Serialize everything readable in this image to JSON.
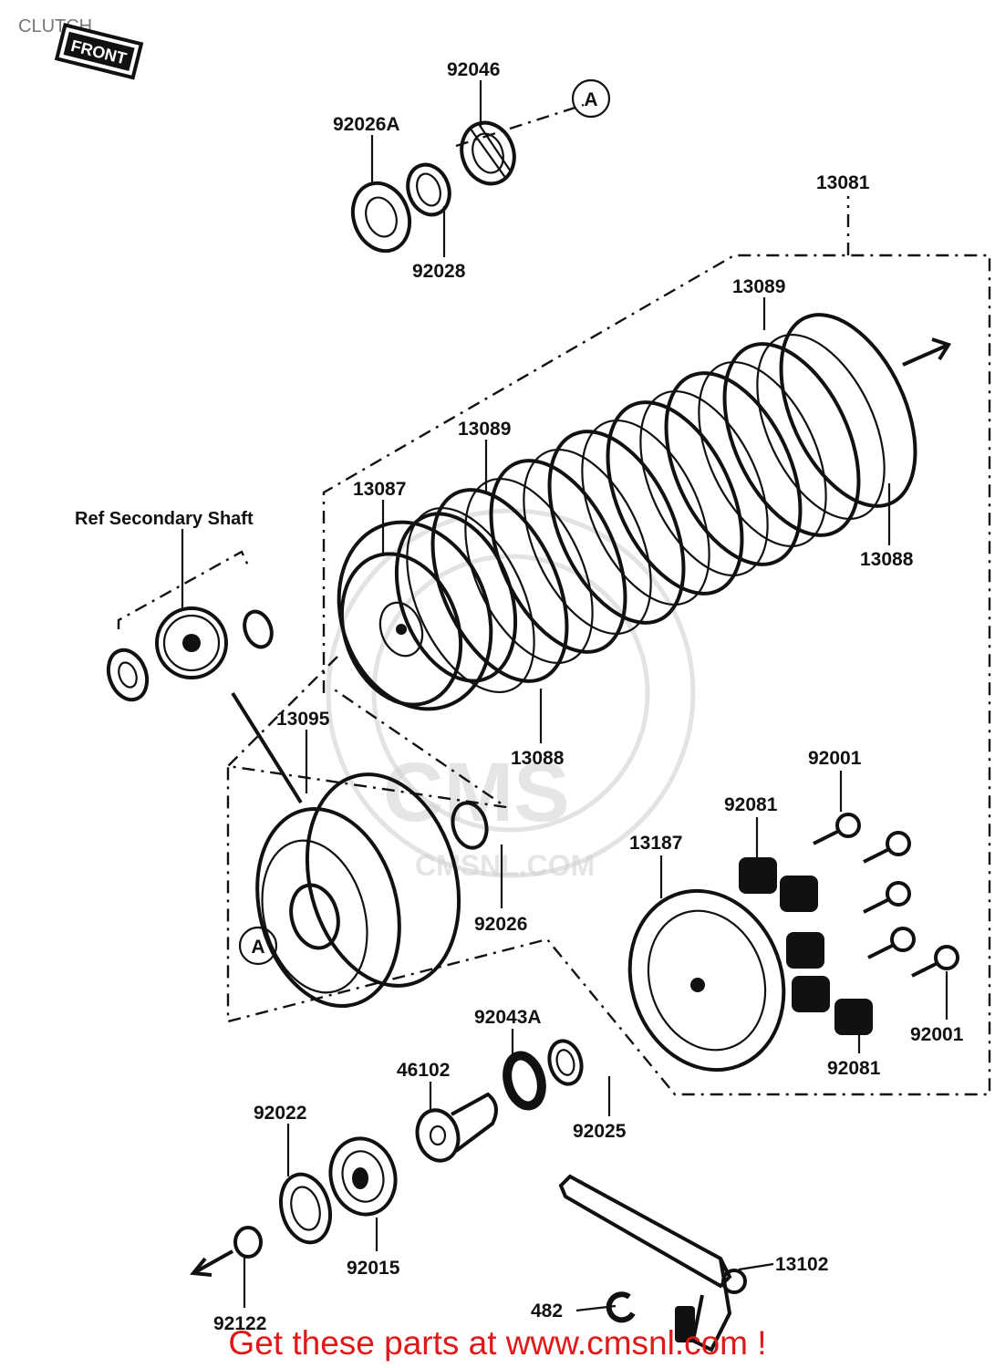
{
  "page": {
    "title": "CLUTCH",
    "cta": "Get these parts at www.cmsnl.com !"
  },
  "front_badge": "FRONT",
  "reference_label": "Ref  Secondary Shaft",
  "callouts": {
    "a_top": "A",
    "a_bottom": "A"
  },
  "watermark": {
    "brand": "CMS",
    "site": "CMSNL.COM"
  },
  "parts": {
    "p92046": "92046",
    "p92026A": "92026A",
    "p92028": "92028",
    "p13081": "13081",
    "p13089_top": "13089",
    "p13089_mid": "13089",
    "p13087": "13087",
    "p13088_right": "13088",
    "p13088_bottom": "13088",
    "p13095": "13095",
    "p92026": "92026",
    "p92001_top": "92001",
    "p92081_top": "92081",
    "p13187": "13187",
    "p92001_bottom": "92001",
    "p92081_bottom": "92081",
    "p92043A": "92043A",
    "p46102": "46102",
    "p92025": "92025",
    "p92022": "92022",
    "p92015": "92015",
    "p92122": "92122",
    "p13102": "13102",
    "p482": "482"
  }
}
